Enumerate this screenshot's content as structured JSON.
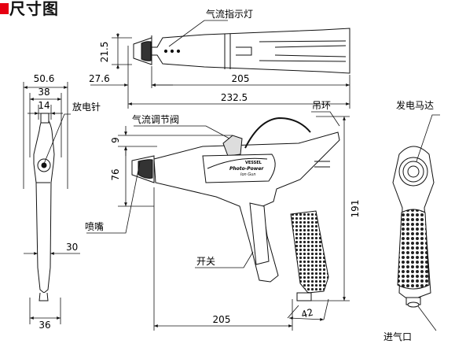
{
  "title": "尺寸图",
  "accent_color": "#e60012",
  "callouts": {
    "airflow_indicator": "气流指示灯",
    "discharge_needle": "放电针",
    "airflow_valve": "气流调节阀",
    "hanging_ring": "吊环",
    "generator_motor": "发电马达",
    "nozzle": "喷嘴",
    "switch": "开关",
    "air_inlet": "进气口"
  },
  "dimensions": {
    "top_height": "21.5",
    "top_tip": "27.6",
    "top_body": "205",
    "top_total": "232.5",
    "front_total_width": "50.6",
    "front_mid_width": "38",
    "front_needle_width": "14",
    "front_grip_width": "30",
    "front_base_width": "36",
    "side_valve": "9",
    "side_nozzle_height": "76",
    "side_total_height": "191",
    "side_inlet": "42",
    "side_length": "205"
  },
  "product_label": {
    "brand": "VESSEL",
    "name_line1": "Photo-Power",
    "name_line2": "Ion Gun"
  }
}
